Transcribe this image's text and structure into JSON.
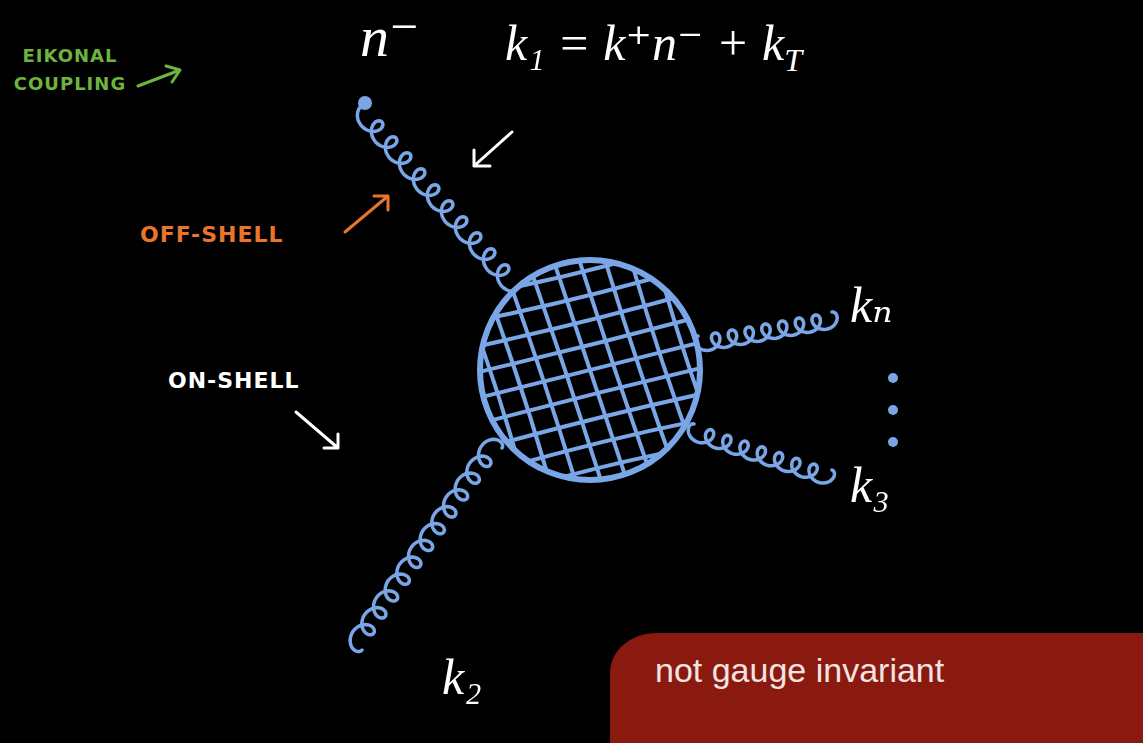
{
  "diagram": {
    "nodes": [
      {
        "text": [
          "not gauge invariant"
        ]
      }
    ],
    "labels": [
      "n⁻",
      "EIKONAL COUPLING",
      "k₁ = k⁺n⁻ + k",
      "T",
      "OFF-SHELL",
      "ON-SHELL",
      "kₙ",
      "k₃",
      "k₂"
    ]
  }
}
